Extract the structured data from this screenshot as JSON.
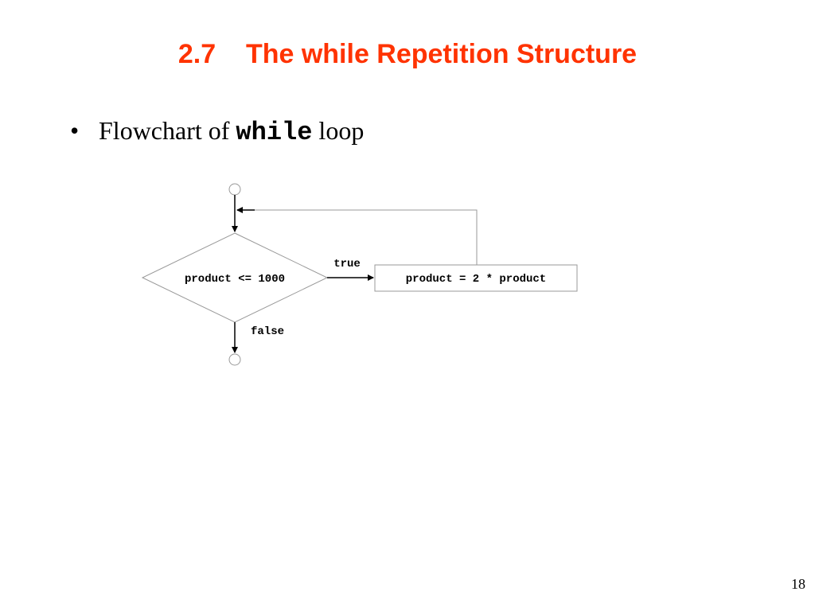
{
  "slide": {
    "section_number": "2.7",
    "title": "The while Repetition Structure",
    "bullet_prefix": "Flowchart of ",
    "bullet_code": "while",
    "bullet_suffix": " loop",
    "page_number": "18"
  },
  "flowchart": {
    "decision_label": "product <= 1000",
    "action_label": "product = 2 * product",
    "true_label": "true",
    "false_label": "false"
  }
}
